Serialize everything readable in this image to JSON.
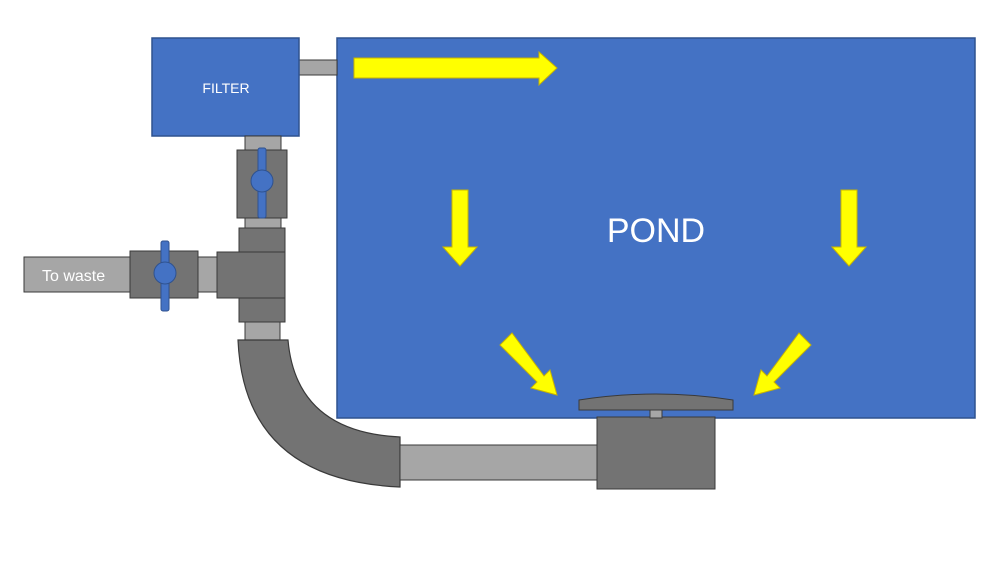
{
  "labels": {
    "filter": "FILTER",
    "pond": "POND",
    "waste": "To waste"
  },
  "colors": {
    "water": "#4472C4",
    "water_stroke": "#2F528F",
    "pipe_light": "#A6A6A6",
    "pipe_dark": "#737373",
    "pipe_stroke": "#3A3A3A",
    "arrow": "#FFFF00",
    "valve_handle": "#4472C4"
  },
  "icons": {
    "flow_arrow": "arrow-icon",
    "valve": "ball-valve-icon"
  }
}
